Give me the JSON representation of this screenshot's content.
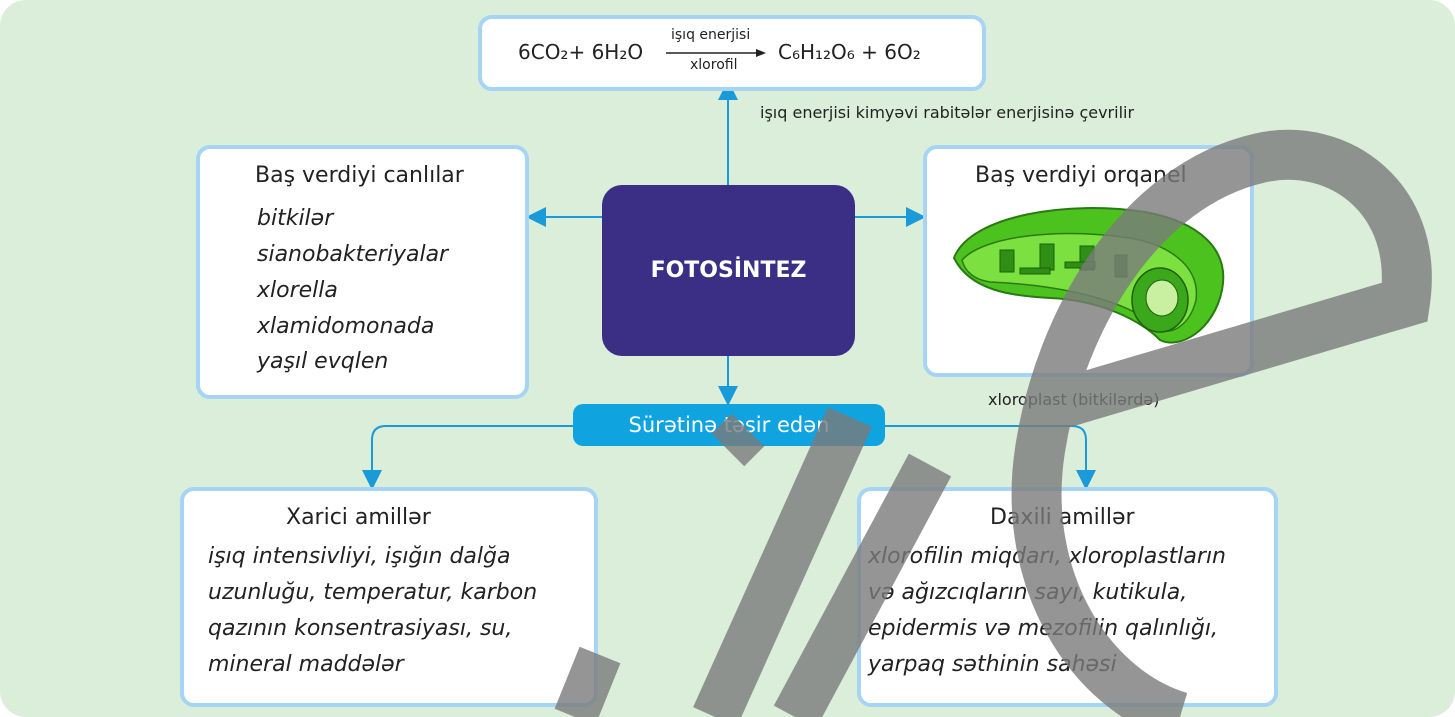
{
  "equation": {
    "left": "6CO₂+ 6H₂O",
    "above_arrow": "işıq enerjisi",
    "below_arrow": "xlorofil",
    "right": "C₆H₁₂O₆ + 6O₂"
  },
  "energy_note": "işıq enerjisi kimyəvi rabitələr enerjisinə çevrilir",
  "center": "FOTOSİNTEZ",
  "organisms": {
    "title": "Baş verdiyi canlılar",
    "items": [
      "bitkilər",
      "sianobakteriyalar",
      "xlorella",
      "xlamidomonada",
      "yaşıl evqlen"
    ]
  },
  "organelle": {
    "title": "Baş verdiyi orqanel",
    "caption": "xloroplast (bitkilərdə)"
  },
  "factors_label": "Sürətinə təsir edən",
  "external": {
    "title": "Xarici amillər",
    "lines": [
      "işıq intensivliyi, işığın dalğa",
      "uzunluğu, temperatur, karbon",
      "qazının konsentrasiyası, su,",
      "mineral maddələr"
    ]
  },
  "internal": {
    "title": "Daxili amillər",
    "lines": [
      "xlorofilin miqdarı, xloroplastların",
      "və ağızcıqların sayı, kutikula,",
      "epidermis və mezofilin qalınlığı,",
      "yarpaq səthinin sahəsi"
    ]
  },
  "colors": {
    "background": "#daeeda",
    "box_border": "#a6d4f5",
    "center_fill": "#3a2f85",
    "label_fill": "#0fa3e0",
    "arrow": "#1a9ad8",
    "watermark": "#888888"
  }
}
